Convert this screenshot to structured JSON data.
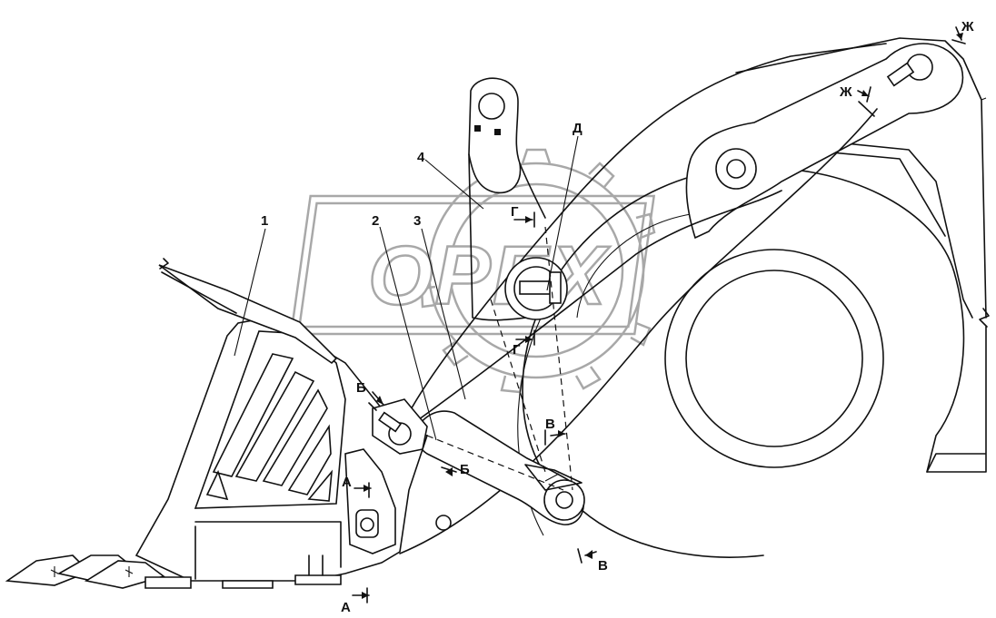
{
  "watermark": {
    "text": "OPEX"
  },
  "callouts": {
    "part_1": "1",
    "part_2": "2",
    "part_3": "3",
    "part_4": "4"
  },
  "sections": {
    "A": "А",
    "B": "Б",
    "V": "В",
    "G": "Г",
    "D": "Д",
    "Zh": "Ж"
  }
}
